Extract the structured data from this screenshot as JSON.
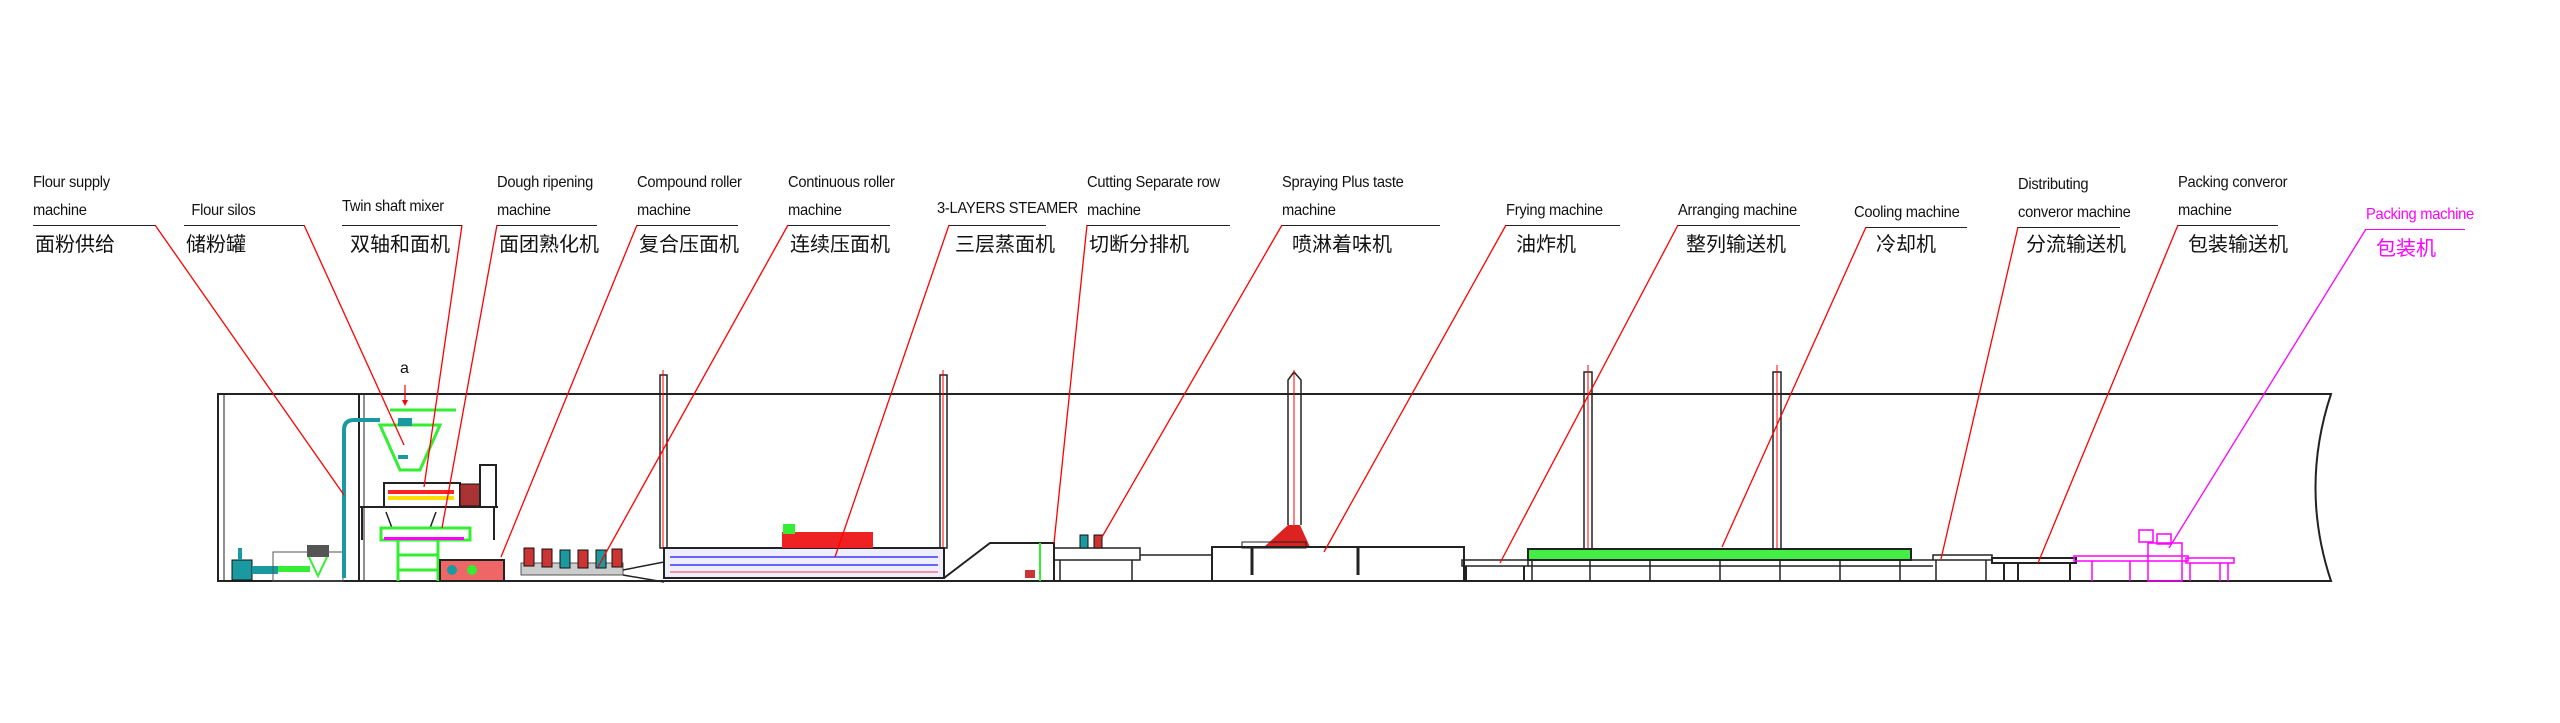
{
  "labels": [
    {
      "en": [
        "Flour supply",
        "machine"
      ],
      "zh": "面粉供给"
    },
    {
      "en": [
        "",
        "Flour silos"
      ],
      "zh": "储粉罐"
    },
    {
      "en": [
        "",
        "Twin shaft mixer"
      ],
      "zh": "双轴和面机"
    },
    {
      "en": [
        "Dough ripening",
        "machine"
      ],
      "zh": "面团熟化机"
    },
    {
      "en": [
        "Compound roller",
        "machine"
      ],
      "zh": "复合压面机"
    },
    {
      "en": [
        "Continuous roller",
        "machine"
      ],
      "zh": "连续压面机"
    },
    {
      "en": [
        "",
        "3-LAYERS STEAMER"
      ],
      "zh": "三层蒸面机"
    },
    {
      "en": [
        "Cutting Separate row",
        "machine"
      ],
      "zh": "切断分排机"
    },
    {
      "en": [
        "Spraying Plus taste",
        "machine"
      ],
      "zh": "喷淋着味机"
    },
    {
      "en": [
        "",
        "Frying machine"
      ],
      "zh": "油炸机"
    },
    {
      "en": [
        "",
        "Arranging machine"
      ],
      "zh": "整列输送机"
    },
    {
      "en": [
        "",
        "Cooling machine"
      ],
      "zh": "冷却机"
    },
    {
      "en": [
        "Distributing",
        "converor machine"
      ],
      "zh": "分流输送机"
    },
    {
      "en": [
        "Packing converor",
        "machine"
      ],
      "zh": "包装输送机"
    },
    {
      "en": [
        "",
        "Packing machine"
      ],
      "zh": "包装机"
    }
  ],
  "marker": "a",
  "colors": {
    "leader": "#ff0000",
    "packing": "#ff00ff",
    "equipment_green": "#33ee33",
    "pipe": "#1a9aa0",
    "frame": "#222222"
  }
}
